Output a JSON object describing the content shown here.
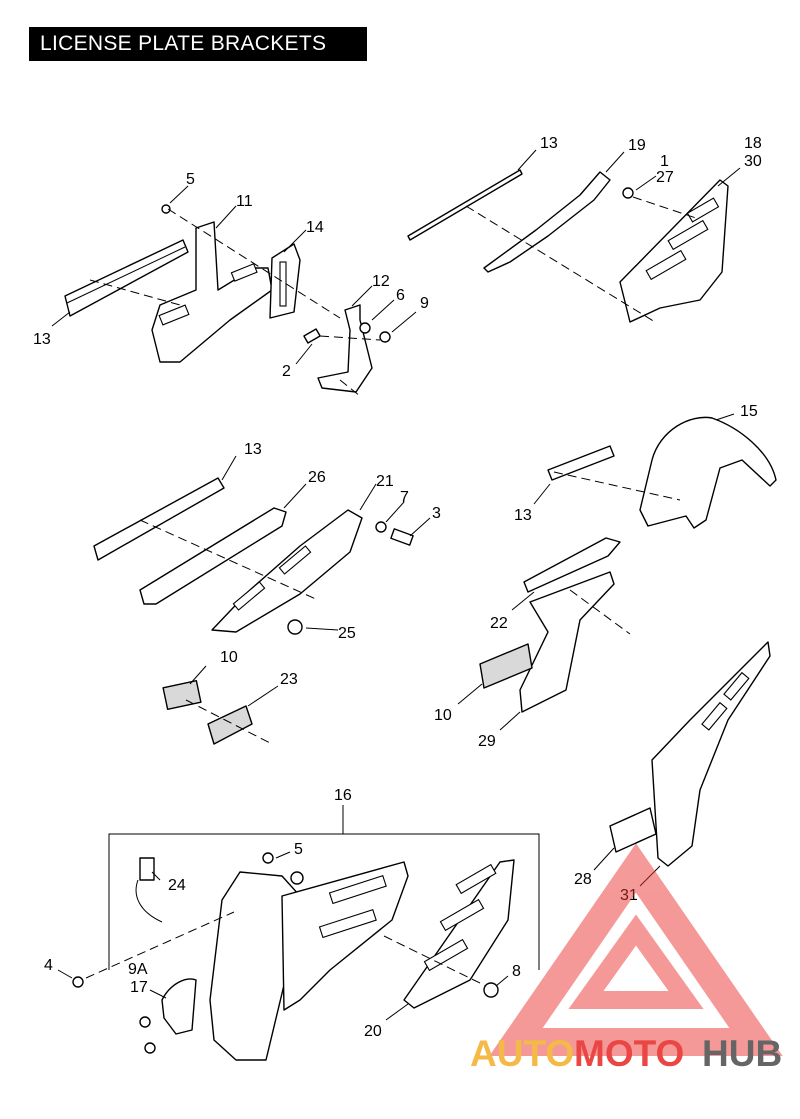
{
  "title": "LICENSE PLATE BRACKETS",
  "callouts": {
    "c1": "1",
    "c2": "2",
    "c3": "3",
    "c4": "4",
    "c5a": "5",
    "c5b": "5",
    "c6": "6",
    "c7": "7",
    "c8": "8",
    "c9": "9",
    "c9a": "9A",
    "c10a": "10",
    "c10b": "10",
    "c11": "11",
    "c12": "12",
    "c13a": "13",
    "c13b": "13",
    "c13c": "13",
    "c13d": "13",
    "c14": "14",
    "c15": "15",
    "c16": "16",
    "c17": "17",
    "c18": "18",
    "c19": "19",
    "c20": "20",
    "c21": "21",
    "c22": "22",
    "c23": "23",
    "c24": "24",
    "c25": "25",
    "c26": "26",
    "c27": "27",
    "c28": "28",
    "c29": "29",
    "c30": "30",
    "c31": "31"
  },
  "watermark": {
    "part1": "AUTO",
    "part2": "MOTO",
    "part3": "HUB"
  },
  "colors": {
    "watermark_red": "#e8322f",
    "watermark_orange": "#f3b233",
    "watermark_gray": "#555555"
  }
}
